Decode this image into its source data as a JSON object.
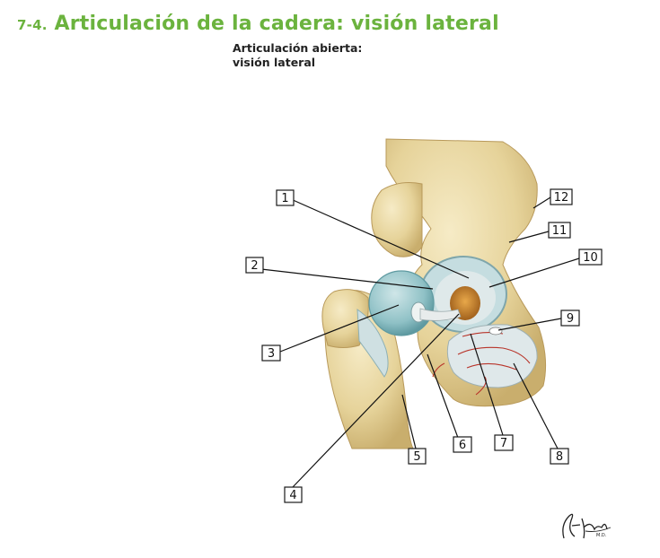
{
  "title": {
    "number": "7-4.",
    "text": "Articulación de la cadera: visión lateral"
  },
  "subtitle": {
    "line1": "Articulación abierta:",
    "line2": "visión lateral"
  },
  "labels": [
    "1",
    "2",
    "3",
    "4",
    "5",
    "6",
    "7",
    "8",
    "9",
    "10",
    "11",
    "12"
  ],
  "signature": "F. Netter M.D.",
  "colors": {
    "title": "#6bb33e",
    "bone": "#e9d9a6",
    "cartilage": "#9cc9cd",
    "ligament": "#dfe8ea",
    "fat_pad": "#c8862c",
    "vessels": "#b8342a"
  }
}
